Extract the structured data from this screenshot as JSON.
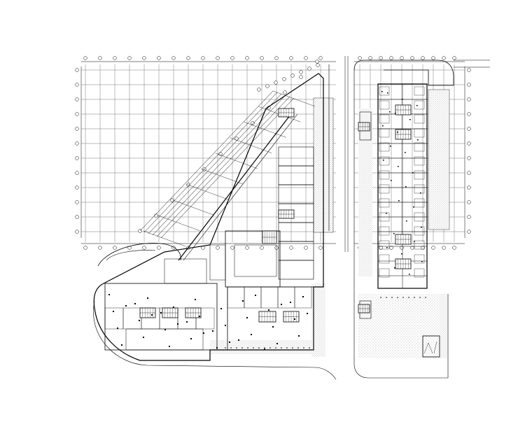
{
  "drawing": {
    "type": "architectural floor plan",
    "line_color": "#000000",
    "hatch_color": "#9a9a9a",
    "background": "#ffffff",
    "buildings": [
      {
        "name": "left-building",
        "shape": "triangular wedge with curved corner"
      },
      {
        "name": "right-building",
        "shape": "rectangular block"
      }
    ],
    "scale_note": ""
  }
}
